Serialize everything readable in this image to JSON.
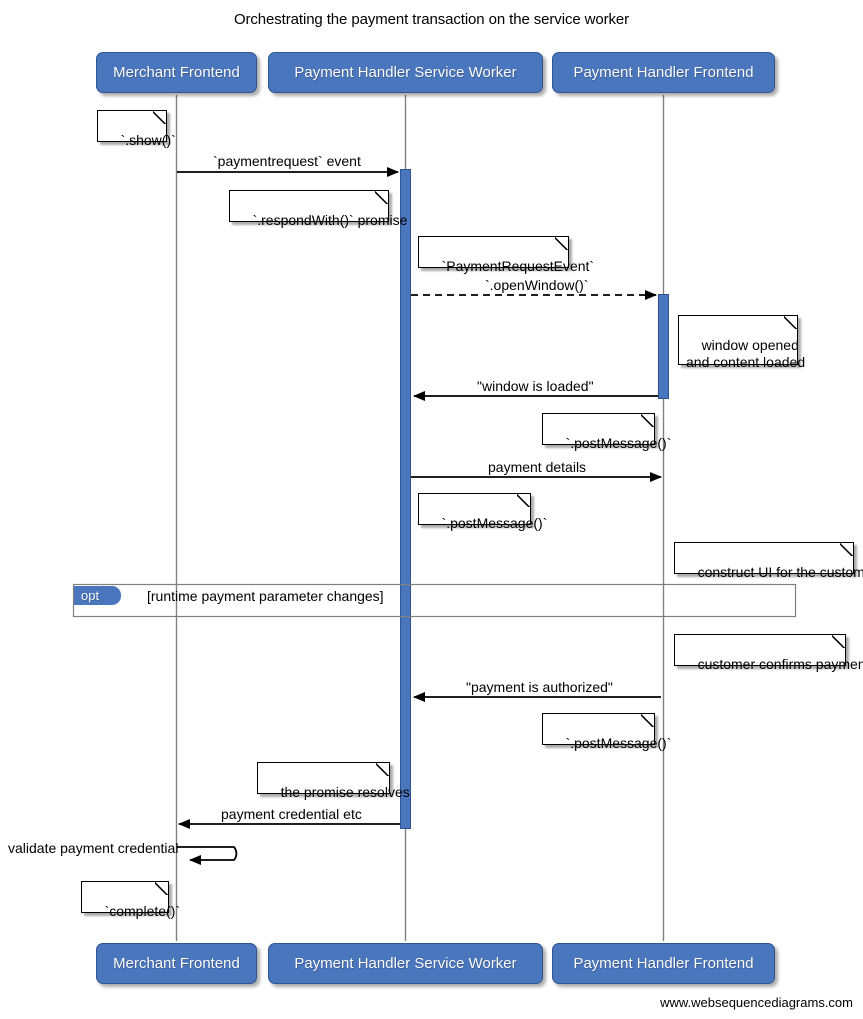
{
  "title": "Orchestrating the payment transaction on the service worker",
  "footer": "www.websequencediagrams.com",
  "colors": {
    "participant_fill": "#4a76be",
    "participant_border": "#2f5490",
    "activation_fill": "#4a76be",
    "lifeline": "#808080",
    "note_fill": "#ffffff",
    "line": "#000000"
  },
  "participants": [
    {
      "label": "Merchant Frontend"
    },
    {
      "label": "Payment Handler Service Worker"
    },
    {
      "label": "Payment Handler Frontend"
    }
  ],
  "messages": [
    {
      "label": "`paymentrequest` event",
      "style": "solid",
      "direction": "right"
    },
    {
      "label": "`.openWindow()`",
      "style": "dashed",
      "direction": "right"
    },
    {
      "label": "\"window is loaded\"",
      "style": "solid",
      "direction": "left"
    },
    {
      "label": "payment details",
      "style": "solid",
      "direction": "right"
    },
    {
      "label": "\"payment is authorized\"",
      "style": "solid",
      "direction": "left"
    },
    {
      "label": "payment credential etc",
      "style": "solid",
      "direction": "left"
    },
    {
      "label": "validate payment credential",
      "style": "solid",
      "direction": "self"
    }
  ],
  "notes": [
    {
      "text": "`.show()`"
    },
    {
      "text": "`.respondWith()` promise"
    },
    {
      "text": "`PaymentRequestEvent`"
    },
    {
      "text": "window opened\nand content loaded"
    },
    {
      "text": "`.postMessage()`"
    },
    {
      "text": "`.postMessage()`"
    },
    {
      "text": "construct UI for the customer"
    },
    {
      "text": "customer confirms payment"
    },
    {
      "text": "`.postMessage()`"
    },
    {
      "text": "the promise resolves"
    },
    {
      "text": "`complete()`"
    }
  ],
  "fragment": {
    "type": "opt",
    "condition": "[runtime payment parameter changes]"
  }
}
